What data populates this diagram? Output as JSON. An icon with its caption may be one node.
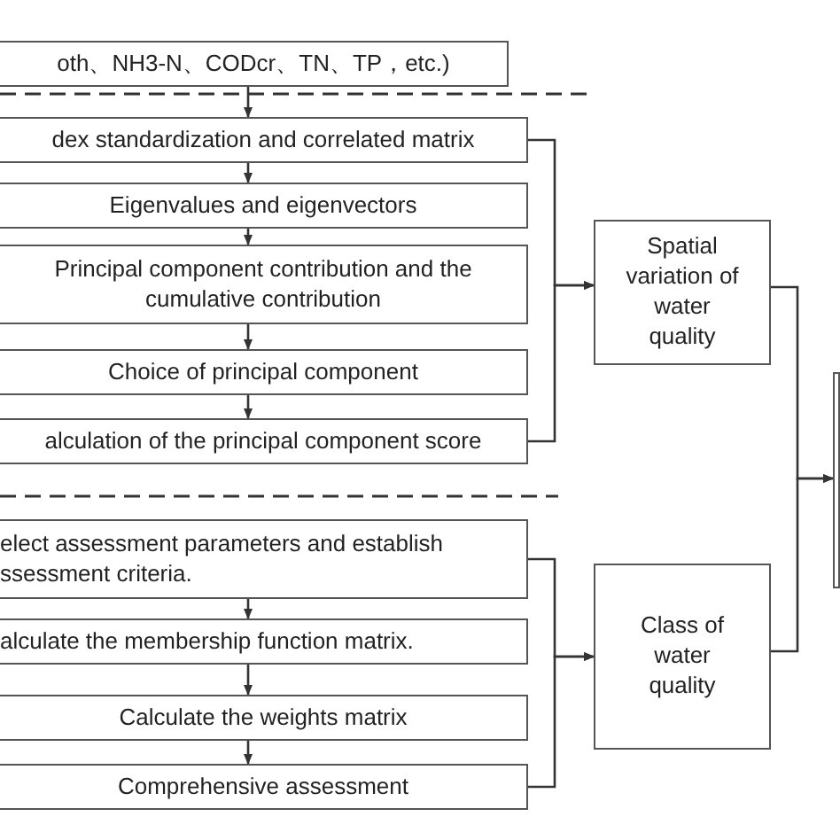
{
  "diagram": {
    "nodes": [
      {
        "text": [
          "oth、NH3-N、CODcr、TN、TP，etc.)"
        ]
      },
      {
        "text": [
          "dex standardization and correlated matrix"
        ]
      },
      {
        "text": [
          "Eigenvalues and eigenvectors"
        ]
      },
      {
        "text": [
          "Principal component contribution and the cumulative contribution"
        ]
      },
      {
        "text": [
          "Choice of principal component"
        ]
      },
      {
        "text": [
          "alculation of the principal component score"
        ]
      },
      {
        "text": [
          "elect assessment parameters and establish ssessment criteria."
        ]
      },
      {
        "text": [
          "alculate the membership function matrix."
        ]
      },
      {
        "text": [
          "Calculate the weights matrix"
        ]
      },
      {
        "text": [
          "Comprehensive assessment"
        ]
      },
      {
        "text": [
          "Spatial variation of water quality"
        ]
      },
      {
        "text": [
          "Class of water quality"
        ]
      },
      {
        "text": [],
        "shape": "box"
      }
    ],
    "edges": [
      {
        "from": 0,
        "to": 1,
        "arrow": "to"
      },
      {
        "from": 1,
        "to": 2,
        "arrow": "to"
      },
      {
        "from": 2,
        "to": 3,
        "arrow": "to"
      },
      {
        "from": 3,
        "to": 4,
        "arrow": "to"
      },
      {
        "from": 4,
        "to": 5,
        "arrow": "to"
      },
      {
        "from": 6,
        "to": 7,
        "arrow": "to"
      },
      {
        "from": 7,
        "to": 8,
        "arrow": "to"
      },
      {
        "from": 8,
        "to": 9,
        "arrow": "to"
      },
      {
        "from": 1,
        "to": 10,
        "arrow": "to"
      },
      {
        "from": 5,
        "to": 10,
        "arrow": "to"
      },
      {
        "from": 6,
        "to": 11,
        "arrow": "to"
      },
      {
        "from": 9,
        "to": 11,
        "arrow": "to"
      },
      {
        "from": 10,
        "to": 12,
        "arrow": "to"
      },
      {
        "from": 11,
        "to": 12,
        "arrow": "to"
      }
    ]
  }
}
